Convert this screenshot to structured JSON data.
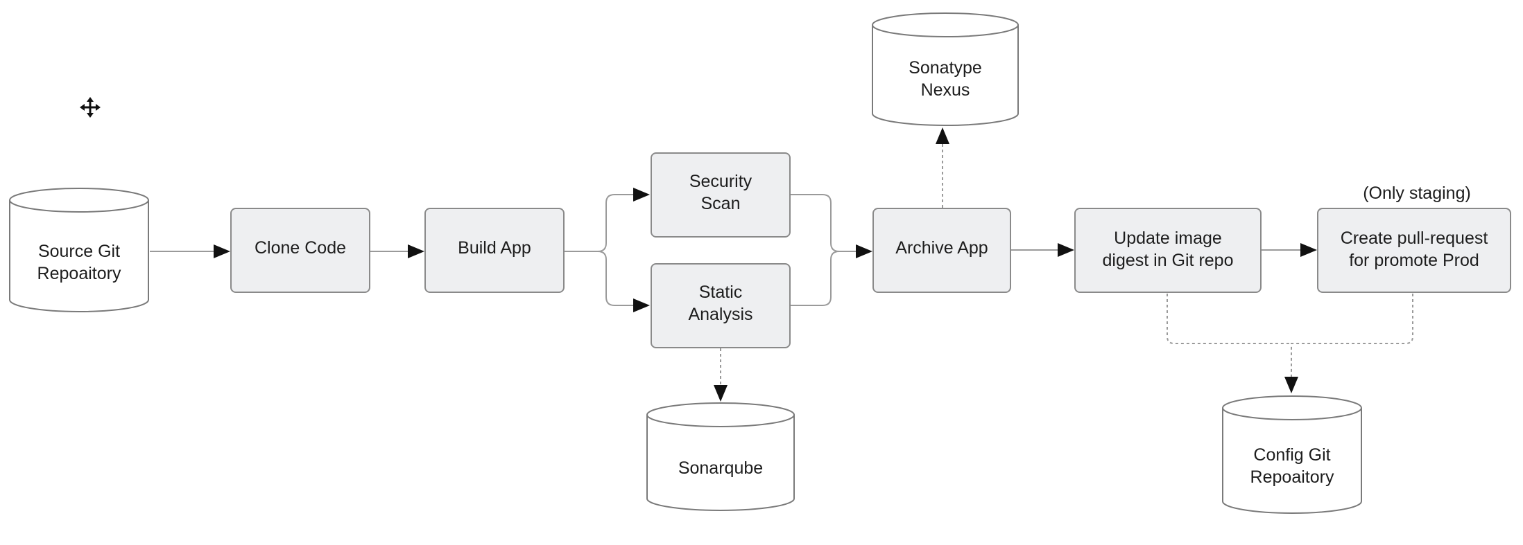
{
  "diagram": {
    "nodes": {
      "source_repo": {
        "line1": "Source Git",
        "line2": "Repoaitory"
      },
      "clone_code": {
        "label": "Clone Code"
      },
      "build_app": {
        "label": "Build App"
      },
      "security_scan": {
        "line1": "Security",
        "line2": "Scan"
      },
      "static_analysis": {
        "line1": "Static",
        "line2": "Analysis"
      },
      "sonarqube": {
        "label": "Sonarqube"
      },
      "archive_app": {
        "label": "Archive App"
      },
      "sonatype_nexus": {
        "line1": "Sonatype",
        "line2": "Nexus"
      },
      "update_digest": {
        "line1": "Update image",
        "line2": "digest in Git repo"
      },
      "create_pr": {
        "line1": "Create pull-request",
        "line2": "for promote Prod"
      },
      "config_repo": {
        "line1": "Config Git",
        "line2": "Repoaitory"
      }
    },
    "annotation": "(Only staging)",
    "edges": [
      {
        "from": "source_repo",
        "to": "clone_code",
        "style": "solid"
      },
      {
        "from": "clone_code",
        "to": "build_app",
        "style": "solid"
      },
      {
        "from": "build_app",
        "to": "security_scan",
        "style": "solid"
      },
      {
        "from": "build_app",
        "to": "static_analysis",
        "style": "solid"
      },
      {
        "from": "security_scan",
        "to": "archive_app",
        "style": "solid"
      },
      {
        "from": "static_analysis",
        "to": "archive_app",
        "style": "solid"
      },
      {
        "from": "static_analysis",
        "to": "sonarqube",
        "style": "dashed"
      },
      {
        "from": "archive_app",
        "to": "sonatype_nexus",
        "style": "dashed"
      },
      {
        "from": "archive_app",
        "to": "update_digest",
        "style": "solid"
      },
      {
        "from": "update_digest",
        "to": "create_pr",
        "style": "solid"
      },
      {
        "from": "update_digest",
        "to": "config_repo",
        "style": "dashed"
      },
      {
        "from": "create_pr",
        "to": "config_repo",
        "style": "dashed"
      }
    ]
  }
}
